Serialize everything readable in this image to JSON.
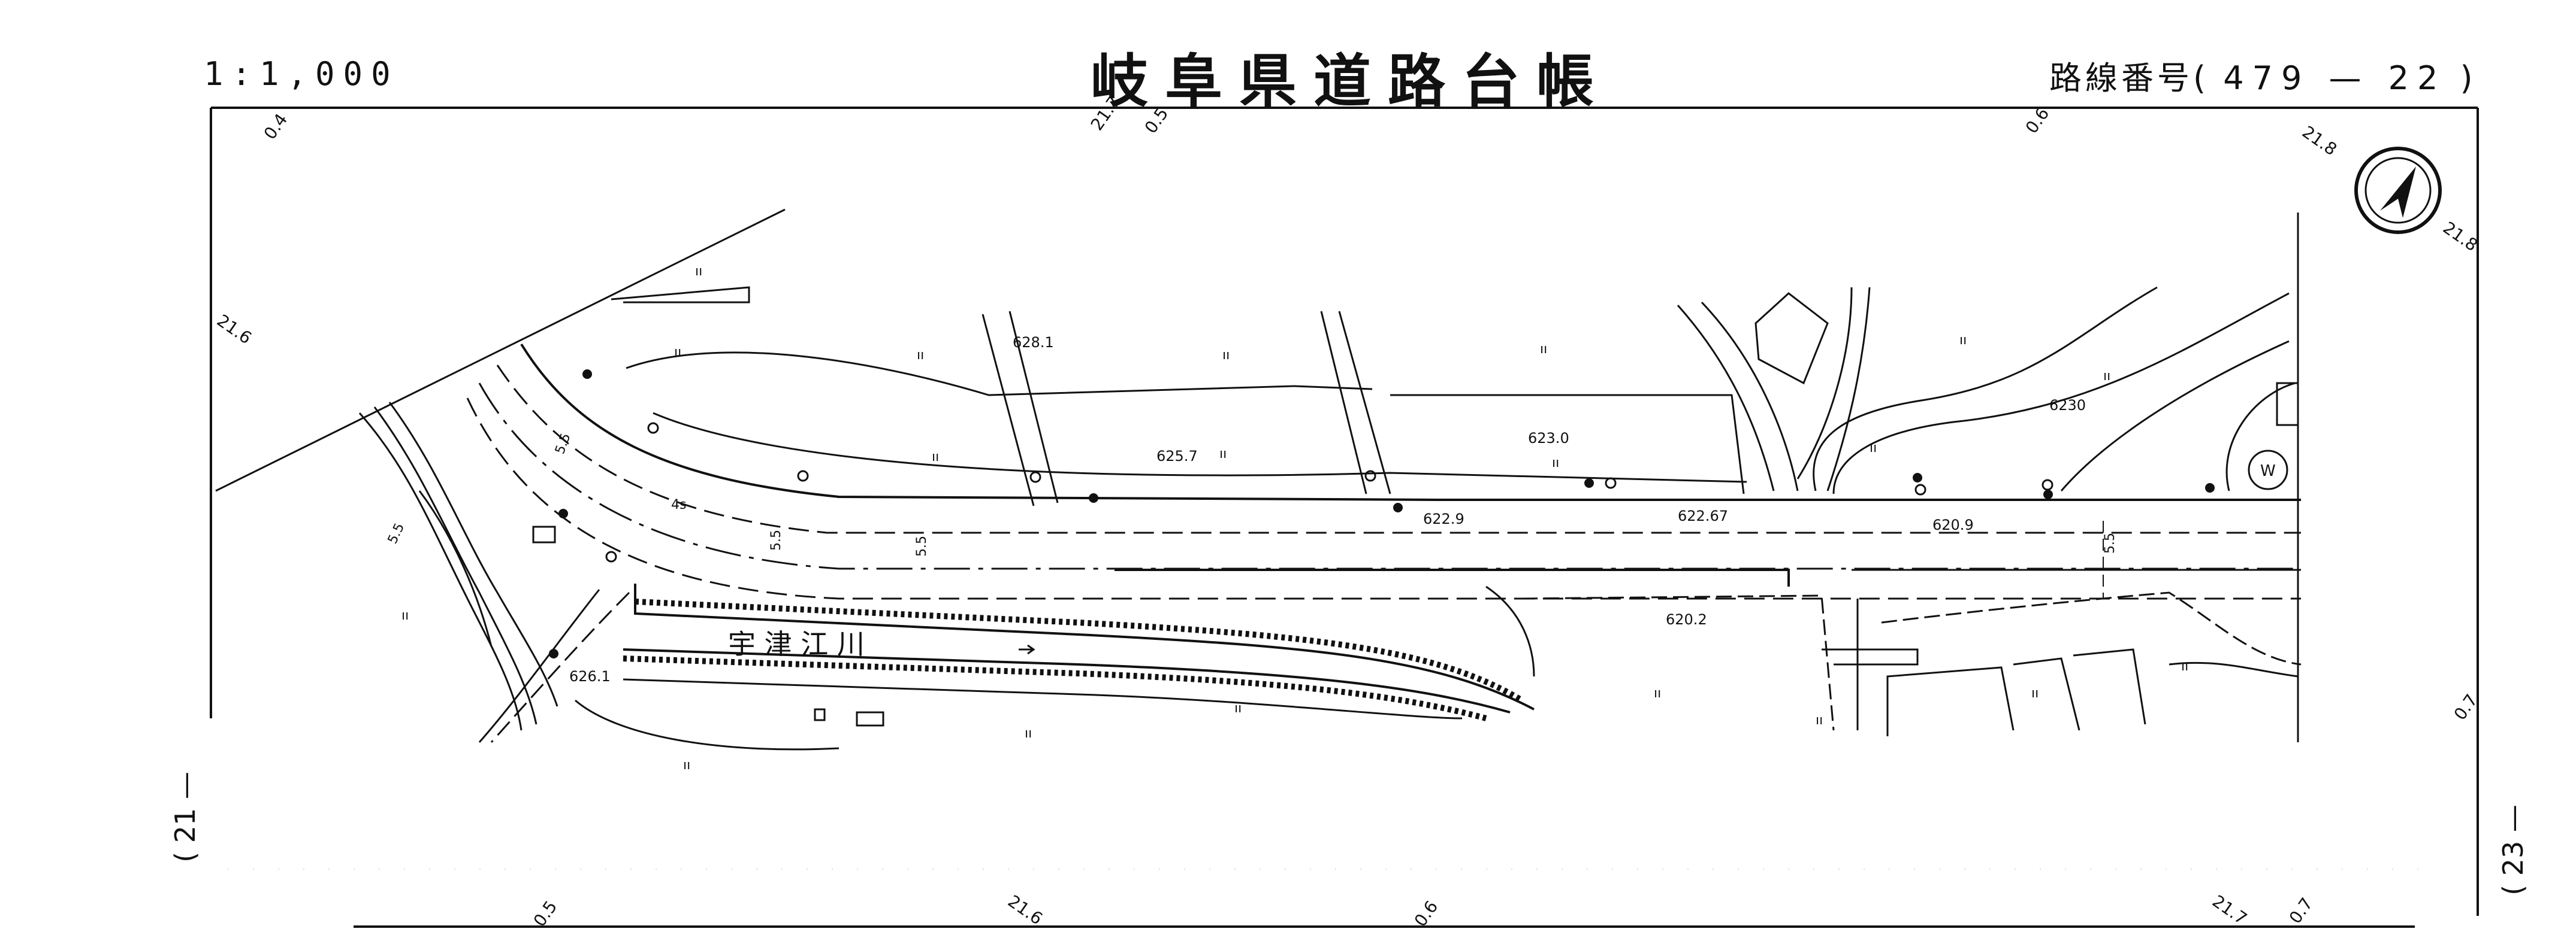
{
  "header": {
    "scale": "1:1,000",
    "title": "岐阜県道路台帳",
    "route_label": "路線番号(",
    "route_number": "479 — 22",
    "route_close": ")"
  },
  "sheet_refs": {
    "left": "( 21 —",
    "right": "( 23 —"
  },
  "map": {
    "north_arrow": "north-arrow-icon",
    "river_label": "宇 津 江 川",
    "water_mark": "W",
    "elevations": [
      "628.1",
      "625.7",
      "623.0",
      "6230",
      "622.9",
      "622.67",
      "620.9",
      "620.2",
      "626.1"
    ],
    "road_widths": [
      "5.5",
      "5.5",
      "5.5",
      "4s",
      "5.5",
      "5.5"
    ],
    "stations_top": [
      "0.4",
      "21.7",
      "0.5",
      "0.6",
      "21.8",
      "21.8"
    ],
    "stations_bottom": [
      "0.5",
      "21.6",
      "0.6",
      "21.7",
      "0.7"
    ],
    "stations_side": [
      "21.6",
      "0.7"
    ]
  }
}
